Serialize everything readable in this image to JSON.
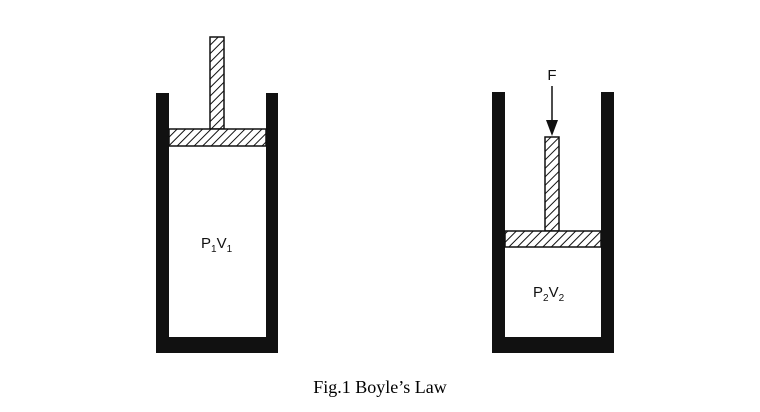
{
  "figure": {
    "caption": "Fig.1 Boyle’s Law",
    "left_cylinder": {
      "p": "P",
      "p_sub": "1",
      "v": "V",
      "v_sub": "1"
    },
    "right_cylinder": {
      "force_label": "F",
      "p": "P",
      "p_sub": "2",
      "v": "V",
      "v_sub": "2"
    }
  }
}
